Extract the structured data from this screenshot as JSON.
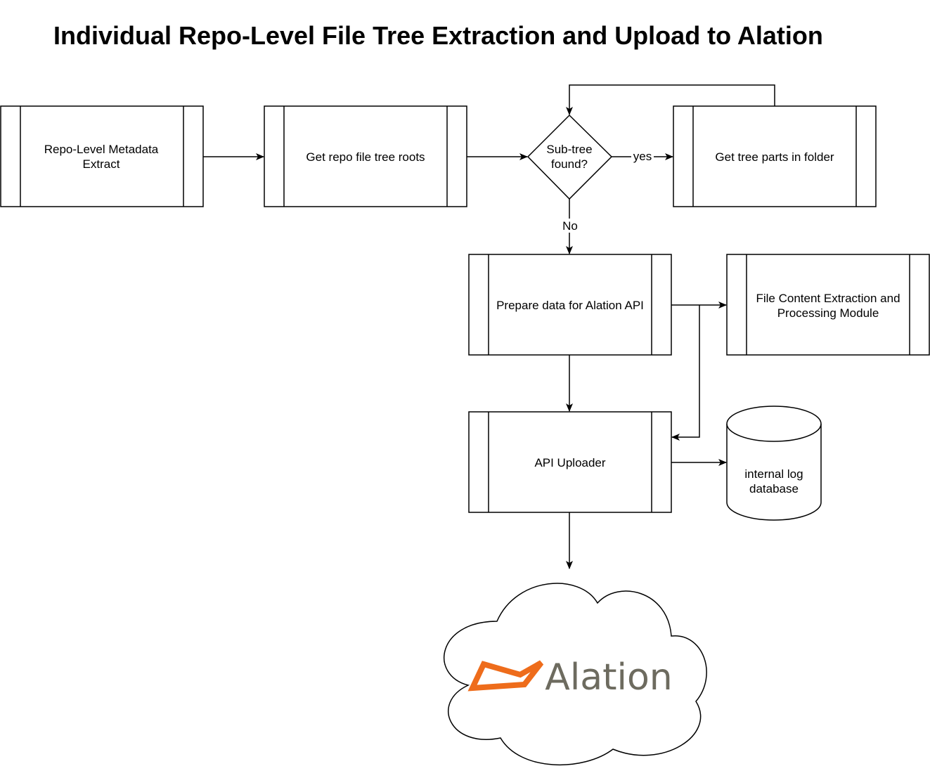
{
  "title": "Individual Repo-Level File Tree Extraction and Upload to Alation",
  "nodes": {
    "repo_metadata": {
      "line1": "Repo-Level Metadata",
      "line2": "Extract"
    },
    "get_roots": {
      "line1": "Get repo file tree roots"
    },
    "decision": {
      "line1": "Sub-tree",
      "line2": "found?"
    },
    "tree_parts": {
      "line1": "Get tree parts in folder"
    },
    "prepare": {
      "line1": "Prepare data for Alation API"
    },
    "file_content": {
      "line1": "File Content Extraction and",
      "line2": "Processing Module"
    },
    "uploader": {
      "line1": "API Uploader"
    },
    "log_db": {
      "line1": "internal log",
      "line2": "database"
    },
    "cloud_logo": {
      "text": "Alation",
      "accent_color": "#ee6c1b",
      "text_color": "#6d6b5f"
    }
  },
  "edges": {
    "yes_label": "yes",
    "no_label": "No"
  }
}
